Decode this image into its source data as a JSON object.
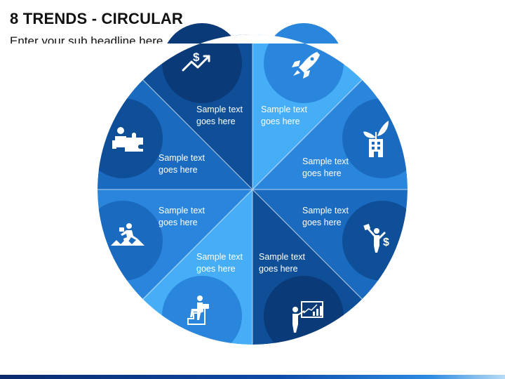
{
  "title": "8 TRENDS - CIRCULAR",
  "subtitle": "Enter your sub headline here",
  "segments": [
    {
      "id": "top-left",
      "line1": "Sample text",
      "line2": "goes here",
      "icon": "dollar-growth-icon",
      "color": "#0e4f98"
    },
    {
      "id": "top-right",
      "line1": "Sample text",
      "line2": "goes here",
      "icon": "rocket-icon",
      "color": "#45aef7"
    },
    {
      "id": "right-upper",
      "line1": "Sample text",
      "line2": "goes here",
      "icon": "plant-building-icon",
      "color": "#2a86dc"
    },
    {
      "id": "right-lower",
      "line1": "Sample text",
      "line2": "goes here",
      "icon": "businessman-dollar-icon",
      "color": "#1a6bc0"
    },
    {
      "id": "bottom-right",
      "line1": "Sample text",
      "line2": "goes here",
      "icon": "presentation-chart-icon",
      "color": "#0e4f98"
    },
    {
      "id": "bottom-left",
      "line1": "Sample text",
      "line2": "goes here",
      "icon": "climbing-stairs-icon",
      "color": "#45aef7"
    },
    {
      "id": "left-lower",
      "line1": "Sample text",
      "line2": "goes here",
      "icon": "running-businessman-icon",
      "color": "#2a86dc"
    },
    {
      "id": "left-upper",
      "line1": "Sample text",
      "line2": "goes here",
      "icon": "puzzle-teamwork-icon",
      "color": "#1a6bc0"
    }
  ],
  "colors": {
    "dark": "#0a3a78",
    "bottom_bar": "#0e4ba8"
  }
}
